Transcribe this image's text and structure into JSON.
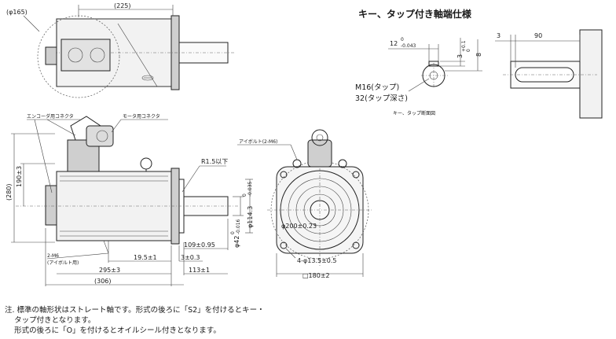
{
  "dimensions": {
    "dia_165": "(φ165)",
    "len_225": "(225)",
    "dia_200": "φ200±0.23",
    "dia_114": "φ114.3",
    "dia_114_tol": "0",
    "dia_114_tol2": "-0.035",
    "dia_42": "φ42",
    "dia_42_tol": "0",
    "dia_42_tol2": "-0.016",
    "height_190": "190±3",
    "height_280": "(280)",
    "len_109": "109±0.95",
    "len_19_5": "19.5±1",
    "len_3": "3±0.3",
    "len_295": "295±3",
    "len_113": "113±1",
    "len_306": "(306)",
    "sq_180": "□180±2",
    "holes_13_5": "4-φ13.5±0.5",
    "radius": "R1.5以下"
  },
  "labels": {
    "encoder_connector": "エンコーダ用コネクタ",
    "motor_connector": "モータ用コネクタ",
    "eyebolt": "アイボルト(2-M6)",
    "m6_line1": "2-M6",
    "m6_line2": "(アイボルト用)"
  },
  "key_detail": {
    "title": "キー、タップ付き軸端仕様",
    "dim_3": "3",
    "dim_90": "90",
    "dim_8": "8",
    "dim_12": "12",
    "dim_12_tol": "0",
    "dim_12_tol2": "-0.043",
    "dim_3_5": "3",
    "dim_3_5_tol": "+0.1",
    "dim_3_5_tol2": "0",
    "tap_line1": "M16(タップ)",
    "tap_line2": "32(タップ深さ)",
    "section_label": "キー、タップ断面図"
  },
  "notes": {
    "line1": "注. 標準の軸形状はストレート軸です。形式の後ろに「S2」を付けるとキー・",
    "line2": "    タップ付きとなります。",
    "line3": "    形式の後ろに「O」を付けるとオイルシール付きとなります。"
  }
}
